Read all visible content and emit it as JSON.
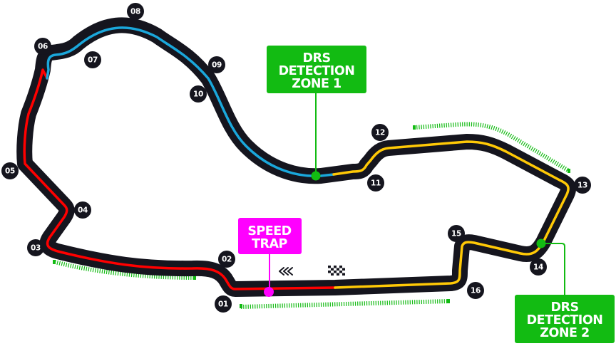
{
  "circuit": {
    "sectors": [
      {
        "id": "sector-1",
        "color": "#ff0000"
      },
      {
        "id": "sector-2",
        "color": "#1aa7db"
      },
      {
        "id": "sector-3",
        "color": "#ffc906"
      }
    ],
    "track_color": "#15151e",
    "turns": [
      "01",
      "02",
      "03",
      "04",
      "05",
      "06",
      "07",
      "08",
      "09",
      "10",
      "11",
      "12",
      "13",
      "14",
      "15",
      "16"
    ]
  },
  "callouts": {
    "drs_zone_1": {
      "lines": [
        "DRS",
        "DETECTION",
        "ZONE 1"
      ],
      "color": "#12bb12"
    },
    "drs_zone_2": {
      "lines": [
        "DRS",
        "DETECTION",
        "ZONE 2"
      ],
      "color": "#12bb12"
    },
    "speed_trap": {
      "lines": [
        "SPEED",
        "TRAP"
      ],
      "color": "#ff00ff"
    }
  },
  "markers": {
    "direction": "chevrons-left",
    "start_finish": "checkered-flag"
  },
  "drs_zones_count": 3
}
